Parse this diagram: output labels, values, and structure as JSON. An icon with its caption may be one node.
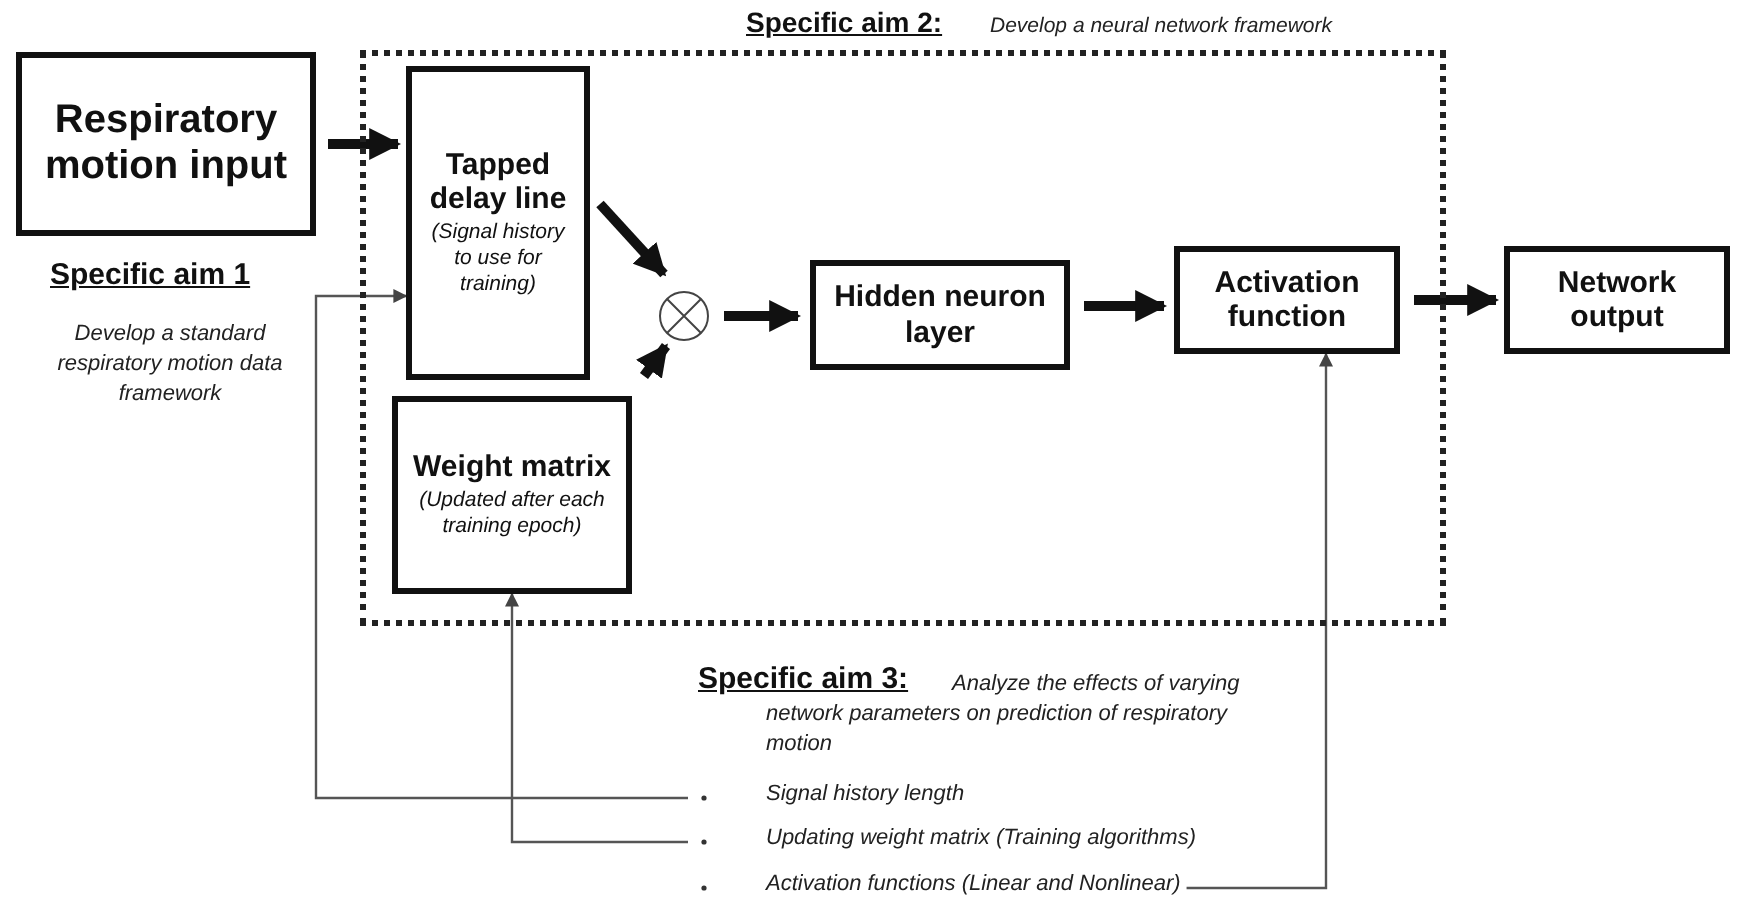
{
  "diagram": {
    "nodes": [
      {
        "text": [
          "Specific aim 2:",
          "Develop a neural network framework"
        ]
      },
      {
        "text": [
          "Respiratory motion input"
        ]
      },
      {
        "text": [
          "Tapped delay line",
          "(Signal history to use for training)"
        ],
        "in": 0
      },
      {
        "text": [
          "Weight matrix",
          "(Updated after each training epoch)"
        ],
        "in": 0
      },
      {
        "text": [],
        "shape": "circle",
        "in": 0
      },
      {
        "text": [
          "Hidden neuron layer"
        ],
        "in": 0
      },
      {
        "text": [
          "Activation function"
        ],
        "in": 0
      },
      {
        "text": [
          "Network output"
        ]
      },
      {
        "text": [
          "Signal history length"
        ]
      },
      {
        "text": [
          "Updating weight matrix (Training algorithms)"
        ]
      },
      {
        "text": [
          "Activation functions (Linear and Nonlinear)"
        ]
      }
    ],
    "edges": [
      {
        "from": 1,
        "to": 2,
        "arrow": "to"
      },
      {
        "from": 2,
        "to": 4,
        "arrow": "to"
      },
      {
        "from": 3,
        "to": 4,
        "arrow": "to"
      },
      {
        "from": 4,
        "to": 5,
        "arrow": "to"
      },
      {
        "from": 5,
        "to": 6,
        "arrow": "to"
      },
      {
        "from": 6,
        "to": 7,
        "arrow": "to"
      },
      {
        "from": 8,
        "to": 2,
        "arrow": "to",
        "color": "#555555"
      },
      {
        "from": 9,
        "to": 3,
        "arrow": "to",
        "color": "#555555"
      },
      {
        "from": 10,
        "to": 6,
        "arrow": "to",
        "color": "#555555"
      }
    ],
    "labels": [
      "Specific aim 1",
      "Develop a standard respiratory motion data framework",
      "Specific aim 3:",
      "Analyze the effects of varying network parameters on prediction of respiratory motion"
    ]
  }
}
